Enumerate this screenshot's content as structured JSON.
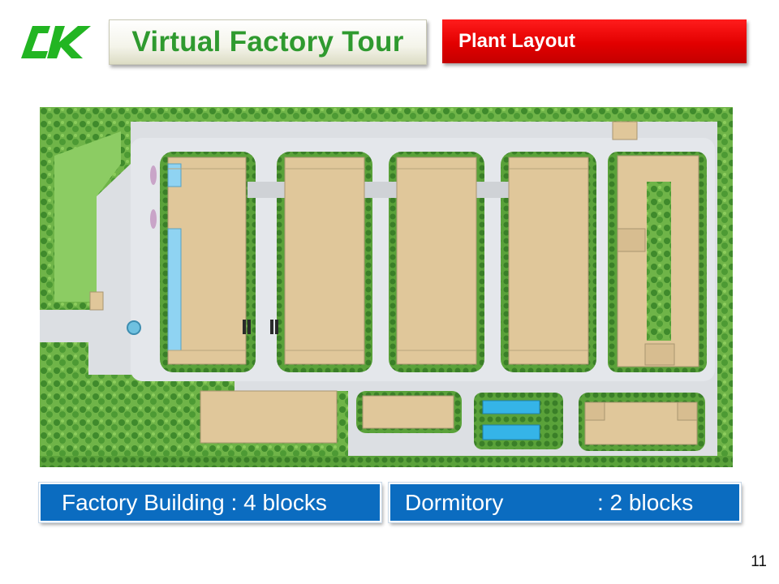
{
  "header": {
    "logo_text": "CK",
    "title": "Virtual Factory Tour",
    "section_label": "Plant Layout"
  },
  "colors": {
    "logo_green": "#22b522",
    "title_green": "#2f9a2f",
    "section_red": "#e20000",
    "caption_blue": "#0b6cc0",
    "building_tan": "#e0c79a",
    "ground_gray": "#dcdfe3",
    "landscape_green": "#5fa83a",
    "pool_blue": "#35b4e8"
  },
  "captions": {
    "factory_label": "Factory Building",
    "factory_value": ": 4 blocks",
    "dormitory_label": "Dormitory",
    "dormitory_value": ": 2 blocks"
  },
  "footer": {
    "page_number": "11"
  }
}
